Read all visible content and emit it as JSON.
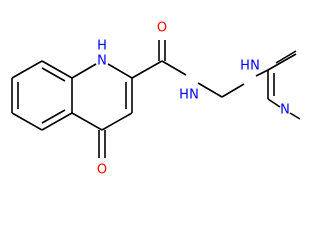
{
  "diagram": {
    "type": "chemical-structure",
    "atoms": {
      "nh_ring": "H",
      "n_ring": "N",
      "o_keto": "O",
      "o_amide": "O",
      "nh_amide_h": "H",
      "nh_amide_n": "N",
      "nh_amine_h": "H",
      "nh_amine_n": "N",
      "n_pyridine": "N"
    },
    "colors": {
      "nitrogen": "#0000ff",
      "oxygen": "#ff0000",
      "bond": "#000000"
    }
  }
}
